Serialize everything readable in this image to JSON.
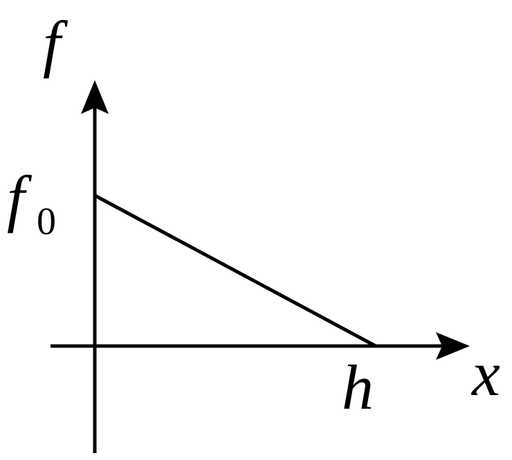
{
  "chart_data": {
    "type": "line",
    "title": "",
    "xlabel": "x",
    "ylabel": "f",
    "tick_labels": {
      "y_intercept": {
        "main": "f",
        "sub": "0"
      },
      "x_intercept": "h"
    },
    "series": [
      {
        "x": [
          "0",
          "h"
        ],
        "y": [
          "f0",
          "0"
        ]
      }
    ],
    "grid": false,
    "legend": "none",
    "colors": {
      "line": "#000000",
      "axes": "#000000"
    }
  }
}
